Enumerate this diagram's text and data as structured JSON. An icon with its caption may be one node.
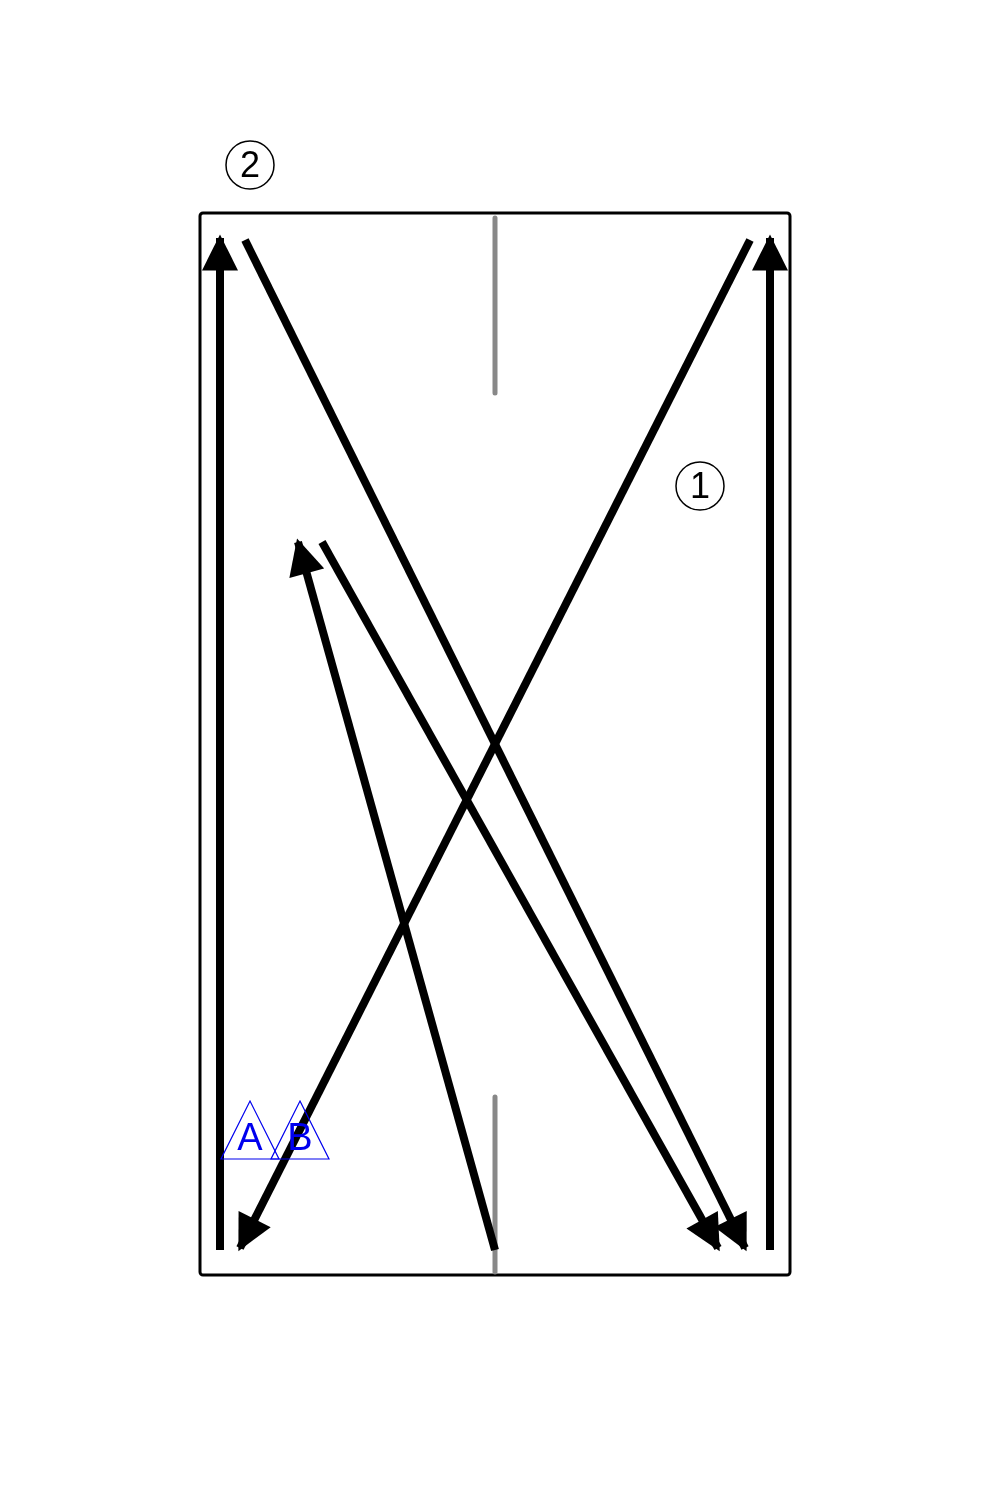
{
  "diagram": {
    "nodes": [
      {
        "text": [
          "2"
        ]
      },
      {
        "text": [
          "1"
        ]
      },
      {
        "text": [
          "A"
        ]
      },
      {
        "text": [
          "B"
        ]
      }
    ]
  }
}
